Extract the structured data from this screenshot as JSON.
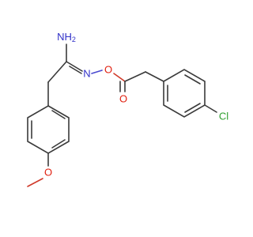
{
  "atoms": {
    "amine": "NH",
    "amine_sub": "2",
    "imine_n": "N",
    "oxime_o": "O",
    "carbonyl_o": "O",
    "methoxy_o": "O",
    "chlorine": "Cl"
  },
  "colors": {
    "bond": "#3a3a3a",
    "nitrogen": "#3030c8",
    "oxygen": "#e02010",
    "chlorine": "#2fa02f"
  }
}
